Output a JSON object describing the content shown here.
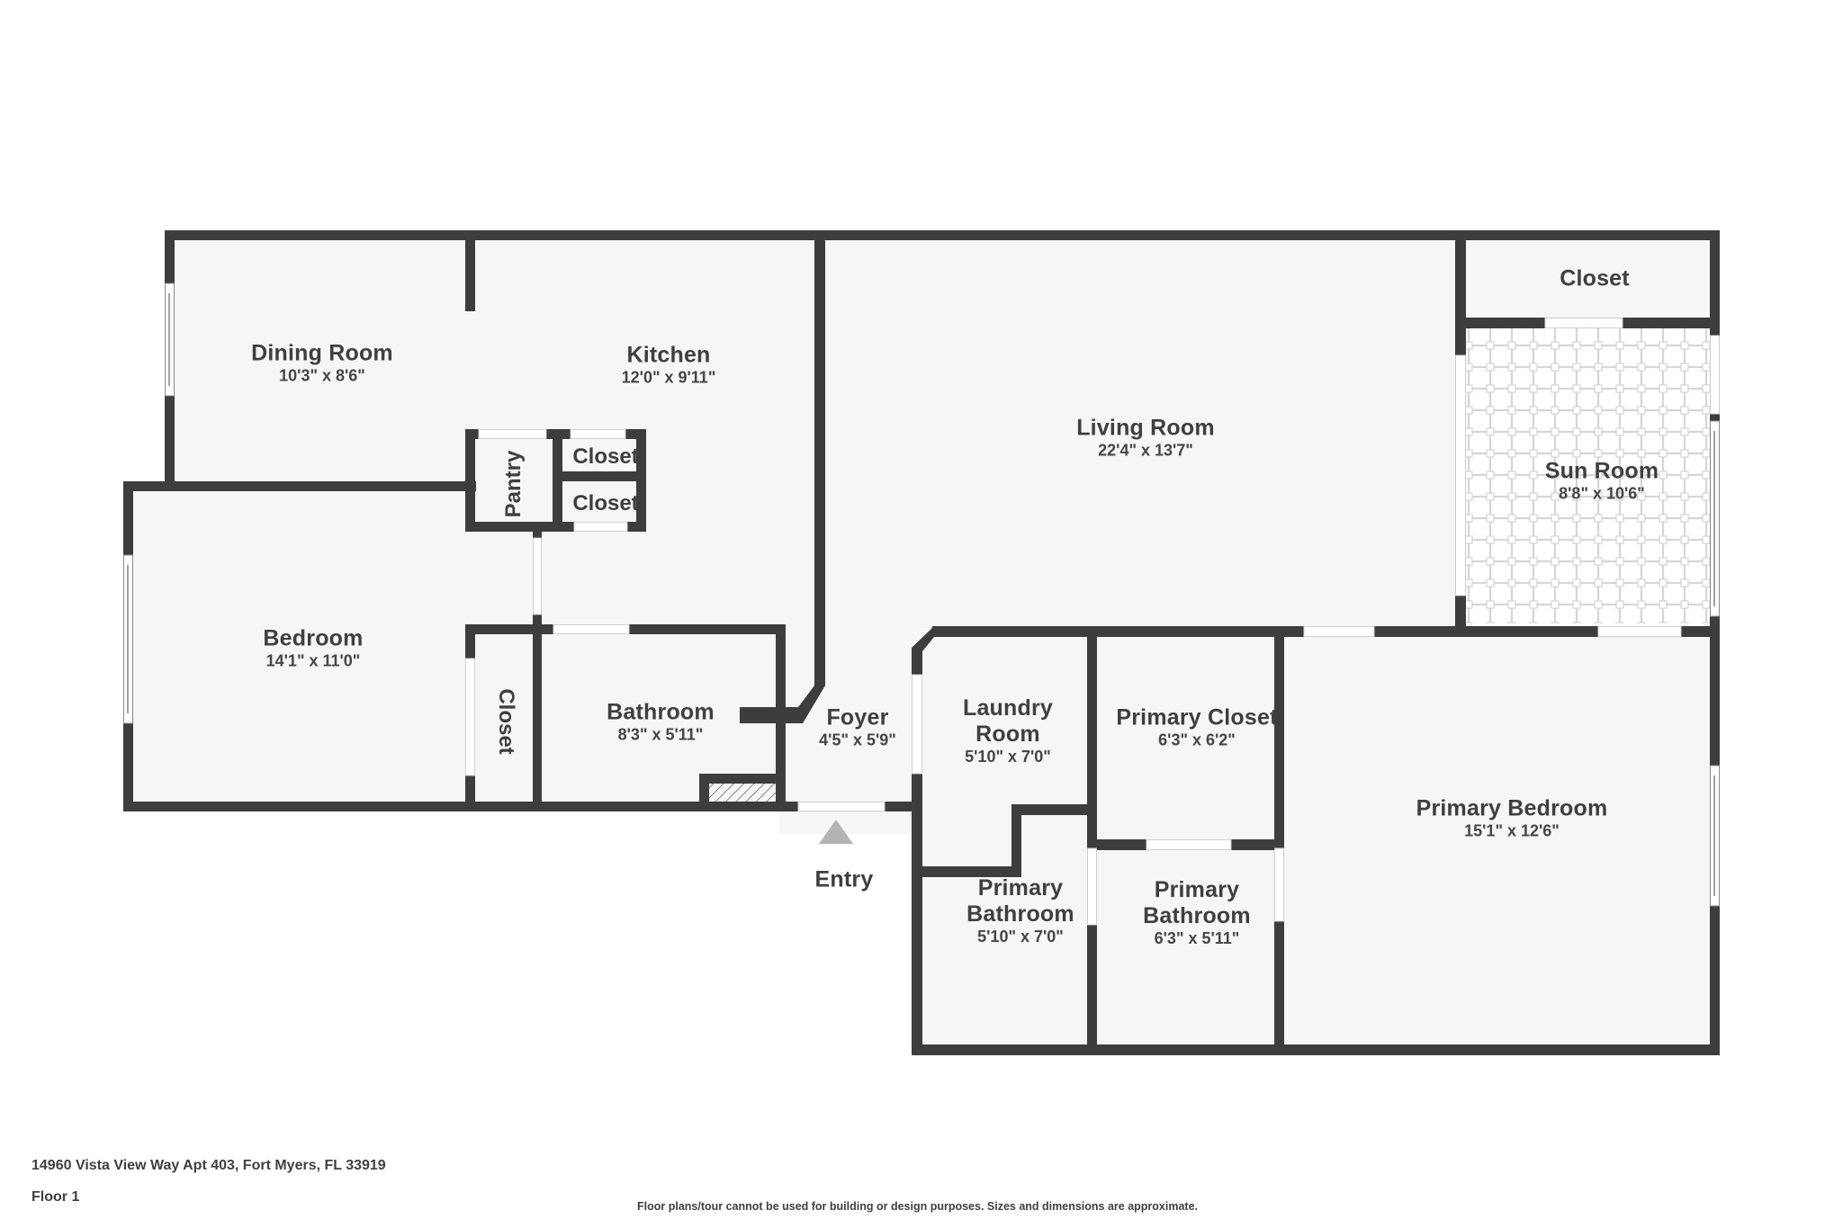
{
  "floorplan": {
    "address": "14960 Vista View Way Apt 403, Fort Myers, FL 33919",
    "floor_label": "Floor 1",
    "disclaimer": "Floor plans/tour cannot be used for building or design purposes. Sizes and dimensions are approximate.",
    "entry_label": "Entry",
    "colors": {
      "wall": "#3d3d3d",
      "floor": "#f6f6f6",
      "opening": "#ffffff",
      "tile_line": "#d6d6d6",
      "entry_arrow": "#b3b3b3",
      "text": "#404040"
    },
    "rooms": {
      "dining_room": {
        "name": "Dining Room",
        "dims": "10'3\" x 8'6\""
      },
      "kitchen": {
        "name": "Kitchen",
        "dims": "12'0\" x 9'11\""
      },
      "living_room": {
        "name": "Living Room",
        "dims": "22'4\" x 13'7\""
      },
      "closet_ne": {
        "name": "Closet"
      },
      "sun_room": {
        "name": "Sun Room",
        "dims": "8'8\" x 10'6\""
      },
      "pantry": {
        "name": "Pantry"
      },
      "closet_upper": {
        "name": "Closet"
      },
      "closet_lower": {
        "name": "Closet"
      },
      "bedroom": {
        "name": "Bedroom",
        "dims": "14'1\" x 11'0\""
      },
      "closet_bedroom": {
        "name": "Closet"
      },
      "bathroom": {
        "name": "Bathroom",
        "dims": "8'3\" x 5'11\""
      },
      "foyer": {
        "name": "Foyer",
        "dims": "4'5\" x 5'9\""
      },
      "laundry_room": {
        "name_line1": "Laundry",
        "name_line2": "Room",
        "dims": "5'10\" x 7'0\""
      },
      "primary_closet": {
        "name": "Primary Closet",
        "dims": "6'3\" x 6'2\""
      },
      "primary_bedroom": {
        "name": "Primary Bedroom",
        "dims": "15'1\" x 12'6\""
      },
      "primary_bathroom_1": {
        "name_line1": "Primary",
        "name_line2": "Bathroom",
        "dims": "5'10\" x 7'0\""
      },
      "primary_bathroom_2": {
        "name_line1": "Primary",
        "name_line2": "Bathroom",
        "dims": "6'3\" x 5'11\""
      }
    }
  }
}
